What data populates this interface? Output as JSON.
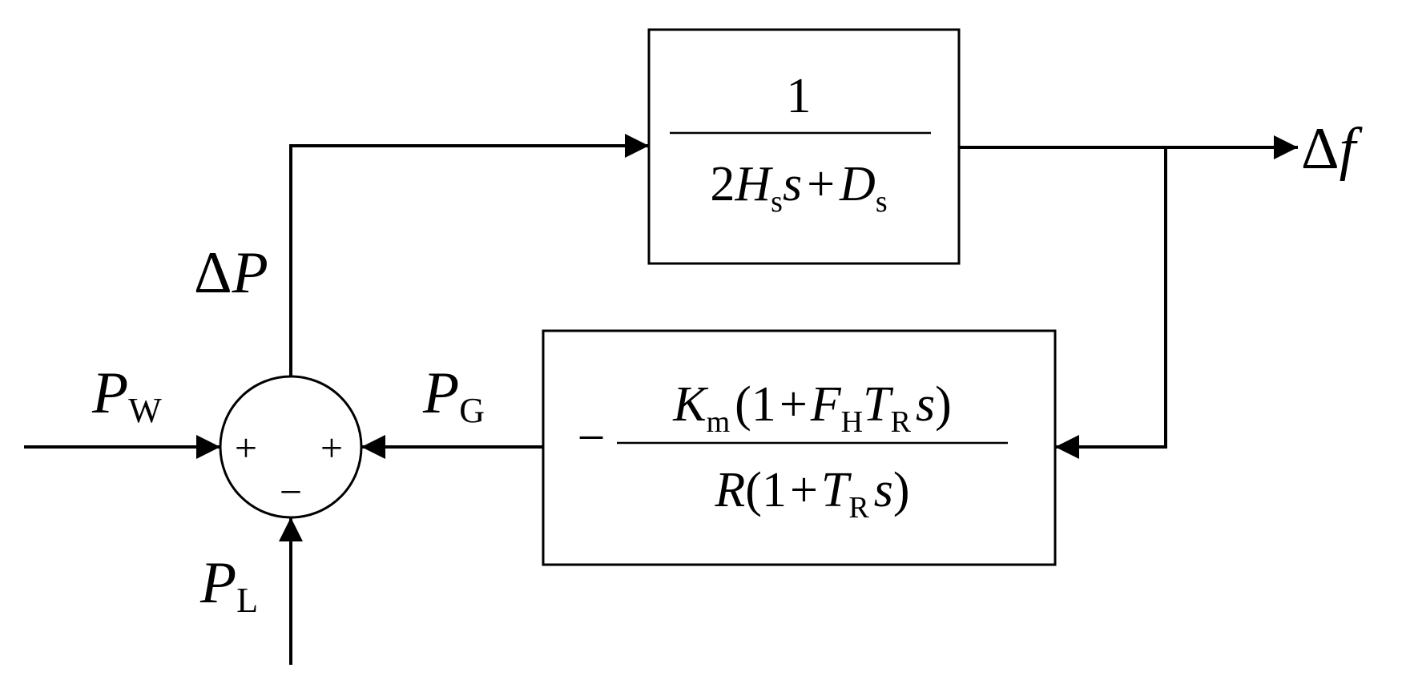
{
  "signals": {
    "delta_f": {
      "base": "Δ",
      "var": "f"
    },
    "delta_p": {
      "base": "Δ",
      "var": "P"
    },
    "p_w": {
      "var": "P",
      "sub": "W"
    },
    "p_g": {
      "var": "P",
      "sub": "G"
    },
    "p_l": {
      "var": "P",
      "sub": "L"
    }
  },
  "summing_junction": {
    "left_sign": "+",
    "right_sign": "+",
    "bottom_sign": "−"
  },
  "system_block": {
    "numerator": "1",
    "denominator": {
      "t1": "2",
      "h": "H",
      "h_sub": "s",
      "s": "s",
      "plus": "+",
      "d": "D",
      "d_sub": "s"
    }
  },
  "governor_block": {
    "minus": "−",
    "numerator": {
      "k": "K",
      "k_sub": "m",
      "open": "(1",
      "plus": "+",
      "f": "F",
      "f_sub": "H",
      "t": "T",
      "t_sub": "R",
      "s": "s",
      "close": ")"
    },
    "denominator": {
      "r": "R",
      "open": "(1",
      "plus": "+",
      "t": "T",
      "t_sub": "R",
      "s": "s",
      "close": ")"
    }
  }
}
